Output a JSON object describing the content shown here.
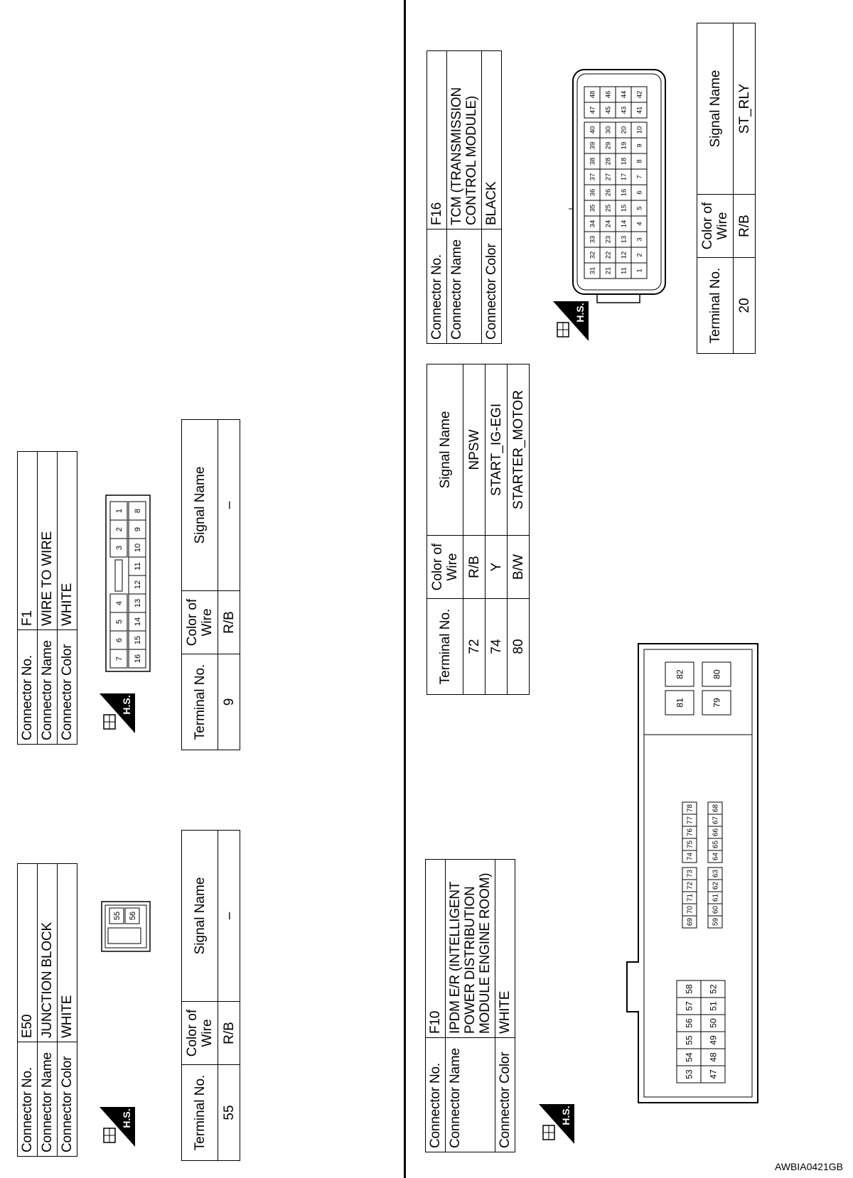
{
  "labels": {
    "connector_no": "Connector No.",
    "connector_name": "Connector Name",
    "connector_color": "Connector Color",
    "terminal_no": "Terminal No.",
    "color_of_wire": "Color of Wire",
    "signal_name": "Signal Name",
    "hs": "H.S."
  },
  "connectors": {
    "E50": {
      "no": "E50",
      "name": "JUNCTION BLOCK",
      "color": "WHITE",
      "pins": {
        "a": "56",
        "b": "55"
      },
      "rows": [
        {
          "terminal": "55",
          "wire": "R/B",
          "signal": "–"
        }
      ]
    },
    "F1": {
      "no": "F1",
      "name": "WIRE TO WIRE",
      "color": "WHITE",
      "pins_top": [
        "7",
        "6",
        "5",
        "4",
        "3",
        "2",
        "1"
      ],
      "pins_bottom": [
        "16",
        "15",
        "14",
        "13",
        "12",
        "11",
        "10",
        "9",
        "8"
      ],
      "rows": [
        {
          "terminal": "9",
          "wire": "R/B",
          "signal": "–"
        }
      ]
    },
    "F10": {
      "no": "F10",
      "name": "IPDM E/R (INTELLIGENT POWER DISTRIBUTION MODULE ENGINE ROOM)",
      "color": "WHITE",
      "pins_left_top": [
        "53",
        "54",
        "55",
        "56",
        "57",
        "58"
      ],
      "pins_left_bottom": [
        "47",
        "48",
        "49",
        "50",
        "51",
        "52"
      ],
      "pins_mid_top_a": [
        "69",
        "70",
        "71",
        "72",
        "73"
      ],
      "pins_mid_top_b": [
        "74",
        "75",
        "76",
        "77",
        "78"
      ],
      "pins_mid_bottom_a": [
        "59",
        "60",
        "61",
        "62",
        "63"
      ],
      "pins_mid_bottom_b": [
        "64",
        "65",
        "66",
        "67",
        "68"
      ],
      "pins_right_top": [
        "81",
        "82"
      ],
      "pins_right_bottom": [
        "79",
        "80"
      ],
      "rows": [
        {
          "terminal": "72",
          "wire": "R/B",
          "signal": "NPSW"
        },
        {
          "terminal": "74",
          "wire": "Y",
          "signal": "START_IG-EGI"
        },
        {
          "terminal": "80",
          "wire": "B/W",
          "signal": "STARTER_MOTOR"
        }
      ]
    },
    "F16": {
      "no": "F16",
      "name": "TCM (TRANSMISSION CONTROL MODULE)",
      "color": "BLACK",
      "pin_rows": [
        [
          "31",
          "32",
          "33",
          "34",
          "35",
          "36",
          "37",
          "38",
          "39",
          "40",
          "47",
          "48"
        ],
        [
          "21",
          "22",
          "23",
          "24",
          "25",
          "26",
          "27",
          "28",
          "29",
          "30",
          "45",
          "46"
        ],
        [
          "11",
          "12",
          "13",
          "14",
          "15",
          "16",
          "17",
          "18",
          "19",
          "20",
          "43",
          "44"
        ],
        [
          "1",
          "2",
          "3",
          "4",
          "5",
          "6",
          "7",
          "8",
          "9",
          "10",
          "41",
          "42"
        ]
      ],
      "rows": [
        {
          "terminal": "20",
          "wire": "R/B",
          "signal": "ST_RLY"
        }
      ]
    }
  },
  "figure_code": "AWBIA0421GB"
}
